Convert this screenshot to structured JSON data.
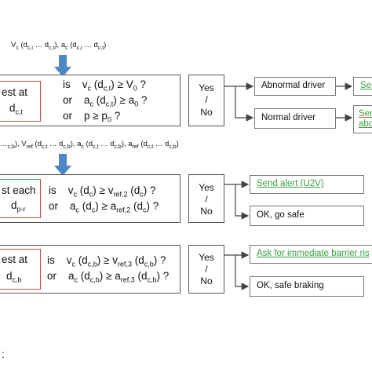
{
  "colors": {
    "arrow_blue": "#4f86c6",
    "red_border": "#c0504d",
    "green_text": "#3aa142",
    "line": "#444444"
  },
  "top_signals": "V<sub>c</sub> (d<sub>c,i</sub> … d<sub>c,t</sub>), a<sub>c</sub> (d<sub>c,i</sub> … d<sub>c,t</sub>)",
  "mid_signals": "…<sub>c,b</sub>), V<sub>ref</sub> (d<sub>c,t</sub> … d<sub>c,b</sub>), a<sub>c</sub> (d<sub>c,t</sub> … d<sub>c,b</sub>), a<sub>ref</sub> (d<sub>c,t</sub> … d<sub>c,b</sub>)",
  "row1": {
    "test_line1": "est at",
    "test_line2": "d<sub>c,t</sub>",
    "cond1": "is &nbsp;&nbsp; v<sub>c</sub> (d<sub>c,t</sub>) ≥ V<sub>0</sub> ?",
    "cond2": "or &nbsp;&nbsp; a<sub>c</sub> (d<sub>c,t</sub>) ≥ a<sub>0</sub> ?",
    "cond3": "or &nbsp;&nbsp; p ≥ p<sub>0</sub> ?",
    "yes": "Yes",
    "slash": "/",
    "no": "No",
    "out_yes": "Abnormal driver",
    "out_no": "Normal driver",
    "far_yes": "Sen",
    "far_no_1": "Sen",
    "far_no_2": "abc"
  },
  "row2": {
    "test_line1": "st each",
    "test_line2": "d<sub>p-r</sub>",
    "cond1": "is &nbsp;&nbsp; v<sub>c</sub> (d<sub>c</sub>) ≥ v<sub>ref,2</sub> (d<sub>c</sub>) ?",
    "cond2": "or &nbsp;&nbsp; a<sub>c</sub> (d<sub>c</sub>) ≥ a<sub>ref,2</sub> (d<sub>c</sub>) ?",
    "yes": "Yes",
    "slash": "/",
    "no": "No",
    "out_yes": "Send alert (U2V)",
    "out_no": "OK, go safe"
  },
  "row3": {
    "test_line1": "est at",
    "test_line2": "d<sub>c,b</sub>",
    "cond1": "is &nbsp;&nbsp; v<sub>c</sub> (d<sub>c,b</sub>) ≥ v<sub>ref,3</sub> (d<sub>c,b</sub>) ?",
    "cond2": "or &nbsp;&nbsp; a<sub>c</sub> (d<sub>c,b</sub>) ≥ a<sub>ref,3</sub> (d<sub>c,b</sub>) ?",
    "yes": "Yes",
    "slash": "/",
    "no": "No",
    "out_yes": "Ask for immediate barrier ris",
    "out_no": "OK, safe braking"
  },
  "footer": ":"
}
